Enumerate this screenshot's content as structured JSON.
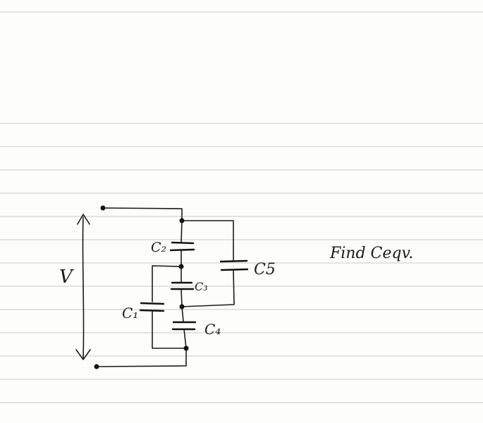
{
  "diagram": {
    "voltage_label": "V",
    "capacitors": {
      "c1": "C₁",
      "c2": "C₂",
      "c3": "C₃",
      "c4": "C₄",
      "c5": "C5"
    },
    "instruction": "Find Ceqv."
  },
  "colors": {
    "ink": "#1b1b1b",
    "paper": "#fdfdfc",
    "rule_lines": "#c9c9c9"
  }
}
